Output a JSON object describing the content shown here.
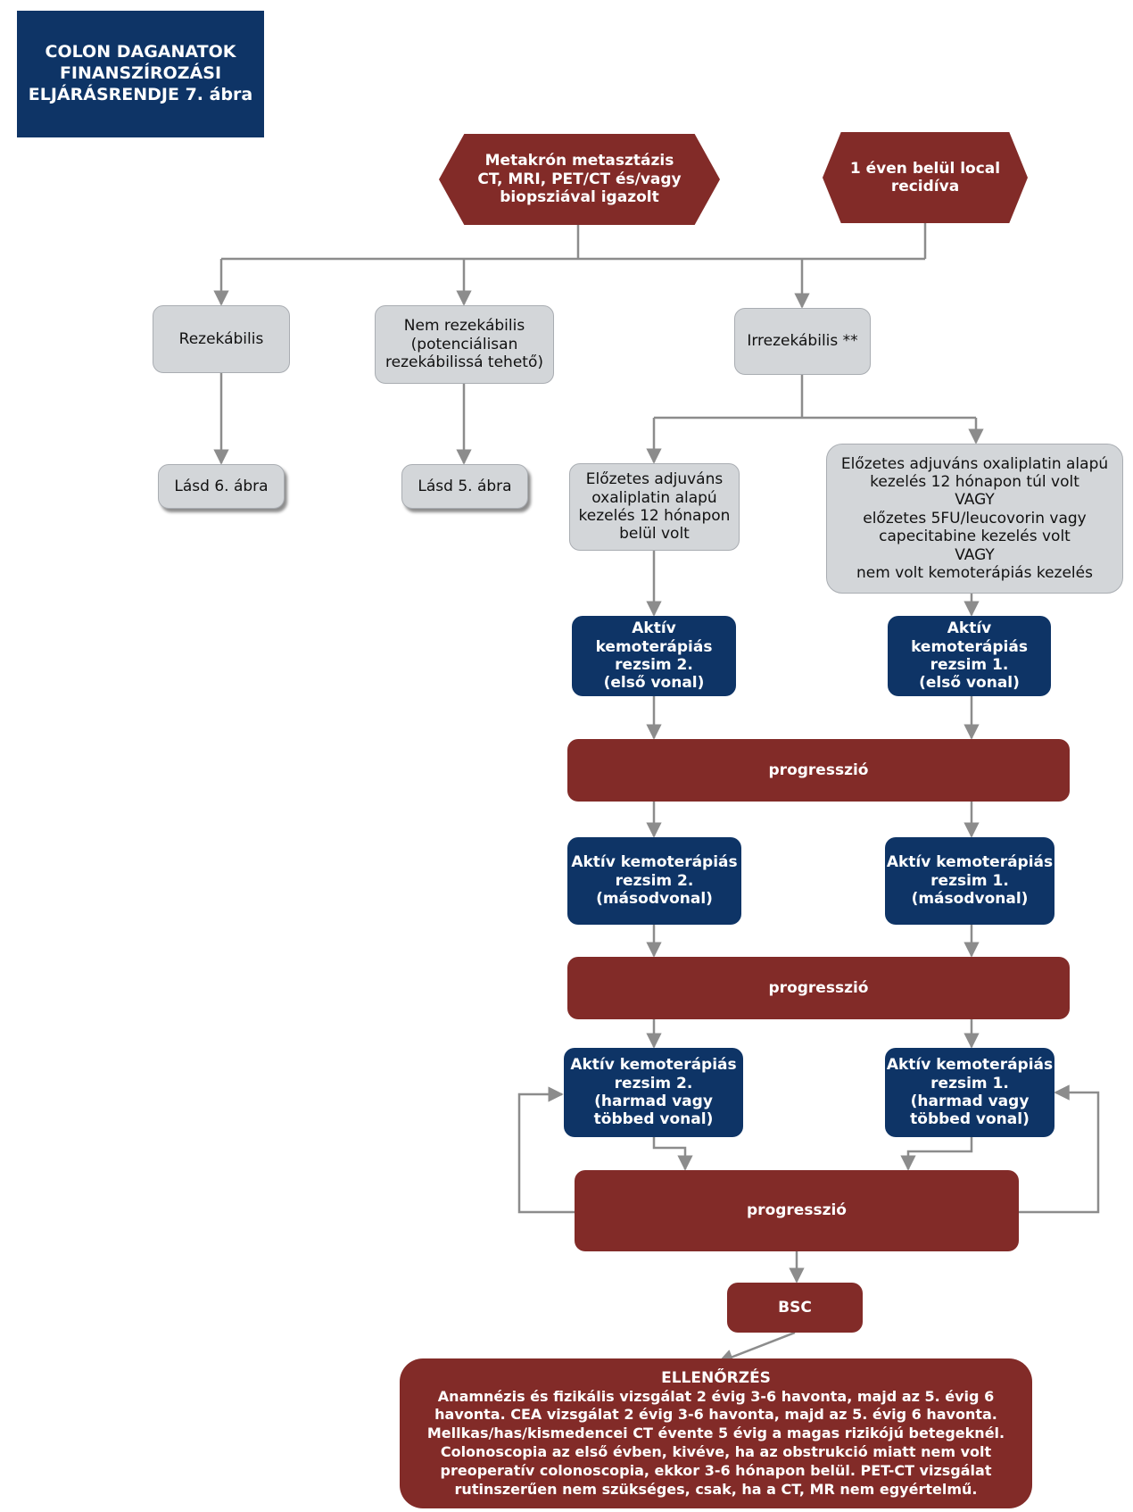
{
  "title": [
    "COLON DAGANATOK",
    "FINANSZÍROZÁSI",
    "ELJÁRÁSRENDJE 7. ábra"
  ],
  "nodes": {
    "metakron": [
      "Metakrón metasztázis",
      "CT, MRI, PET/CT és/vagy",
      "biopsziával igazolt"
    ],
    "local_recidiva": [
      "1 éven belül local",
      "recidíva"
    ],
    "rezekabilis": "Rezekábilis",
    "nem_rezekabilis": [
      "Nem rezekábilis",
      "(potenciálisan",
      "rezekábilissá tehető)"
    ],
    "irrezekabilis": "Irrezekábilis **",
    "lasd6": "Lásd 6. ábra",
    "lasd5": "Lásd 5. ábra",
    "elozetes_belul": [
      "Előzetes adjuváns",
      "oxaliplatin alapú",
      "kezelés 12 hónapon",
      "belül volt"
    ],
    "elozetes_tul": [
      "Előzetes adjuváns oxaliplatin alapú",
      "kezelés 12 hónapon túl volt",
      "VAGY",
      "előzetes 5FU/leucovorin vagy",
      "capecitabine kezelés volt",
      "VAGY",
      "nem volt kemoterápiás kezelés"
    ],
    "rezsim2_elso": [
      "Aktív kemoterápiás",
      "rezsim 2.",
      "(első vonal)"
    ],
    "rezsim1_elso": [
      "Aktív kemoterápiás",
      "rezsim 1.",
      "(első vonal)"
    ],
    "progresszio": "progresszió",
    "rezsim2_masod": [
      "Aktív kemoterápiás",
      "rezsim 2.",
      "(másodvonal)"
    ],
    "rezsim1_masod": [
      "Aktív kemoterápiás",
      "rezsim 1.",
      "(másodvonal)"
    ],
    "rezsim2_harmad": [
      "Aktív kemoterápiás",
      "rezsim 2.",
      "(harmad vagy",
      "többed vonal)"
    ],
    "rezsim1_harmad": [
      "Aktív kemoterápiás",
      "rezsim 1.",
      "(harmad vagy",
      "többed vonal)"
    ],
    "bsc": "BSC"
  },
  "ellenorzes": {
    "title": "ELLENŐRZÉS",
    "lines": [
      "Anamnézis és fizikális vizsgálat 2 évig 3-6 havonta, majd az 5. évig 6",
      "havonta. CEA vizsgálat  2 évig 3-6 havonta, majd az 5. évig 6 havonta.",
      "Mellkas/has/kismedencei CT évente 5 évig a magas rizikójú betegeknél.",
      "Colonoscopia az első évben, kivéve, ha az obstrukció miatt nem volt",
      "preoperatív colonoscopia, ekkor 3-6 hónapon belül. PET-CT vizsgálat",
      "rutinszerűen nem szükséges, csak, ha a CT, MR nem egyértelmű."
    ]
  }
}
